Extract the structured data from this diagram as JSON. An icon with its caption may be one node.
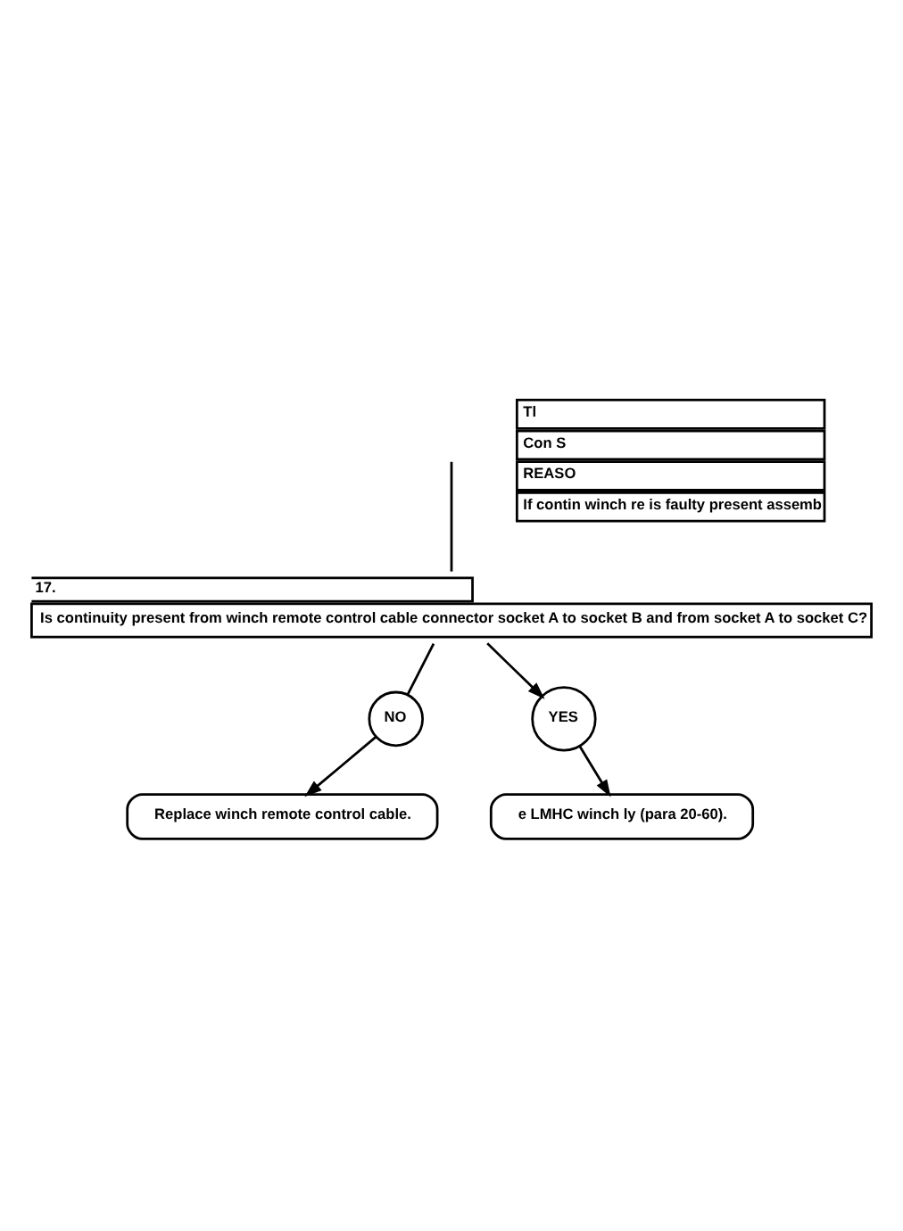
{
  "diagram": {
    "nodes": [
      {
        "text": [
          "17.",
          "Is continuity present from winch remote control cable connector socket A to socket B and from socket A to socket C?"
        ]
      },
      {
        "text": [
          "NO"
        ]
      },
      {
        "text": [
          "YES"
        ]
      },
      {
        "text": [
          "Replace winch remote control cable."
        ]
      },
      {
        "text": [
          "e LMHC winch ly (para 20-60)."
        ]
      },
      {
        "text": [
          "Tl",
          "Con S",
          "REASO",
          "If contin winch re is faulty present assemb"
        ]
      }
    ],
    "edges": [
      {
        "from": null,
        "to": 0,
        "arrow": "none"
      },
      {
        "from": 0,
        "to": 1,
        "arrow": "none"
      },
      {
        "from": 1,
        "to": 3,
        "arrow": "to"
      },
      {
        "from": 0,
        "to": 2,
        "arrow": "to"
      },
      {
        "from": 2,
        "to": 4,
        "arrow": "to"
      }
    ]
  }
}
